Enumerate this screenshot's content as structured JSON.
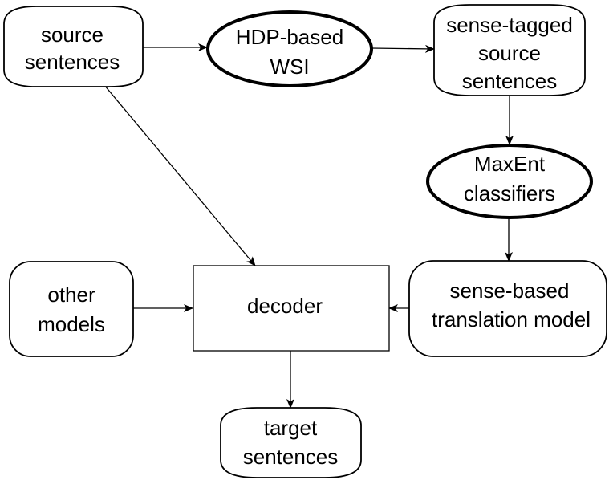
{
  "nodes": {
    "source_sentences": {
      "lines": [
        "source",
        "sentences"
      ]
    },
    "hdp_wsi": {
      "lines": [
        "HDP-based",
        "WSI"
      ]
    },
    "sense_tagged": {
      "lines": [
        "sense-tagged",
        "source",
        "sentences"
      ]
    },
    "maxent": {
      "lines": [
        "MaxEnt",
        "classifiers"
      ]
    },
    "other_models": {
      "lines": [
        "other",
        "models"
      ]
    },
    "decoder": {
      "lines": [
        "decoder"
      ]
    },
    "sense_based_tm": {
      "lines": [
        "sense-based",
        "translation model"
      ]
    },
    "target_sentences": {
      "lines": [
        "target",
        "sentences"
      ]
    }
  },
  "edges": [
    {
      "from": "source_sentences",
      "to": "hdp_wsi"
    },
    {
      "from": "hdp_wsi",
      "to": "sense_tagged"
    },
    {
      "from": "sense_tagged",
      "to": "maxent"
    },
    {
      "from": "maxent",
      "to": "sense_based_tm"
    },
    {
      "from": "source_sentences",
      "to": "decoder"
    },
    {
      "from": "other_models",
      "to": "decoder"
    },
    {
      "from": "sense_based_tm",
      "to": "decoder"
    },
    {
      "from": "decoder",
      "to": "target_sentences"
    }
  ]
}
